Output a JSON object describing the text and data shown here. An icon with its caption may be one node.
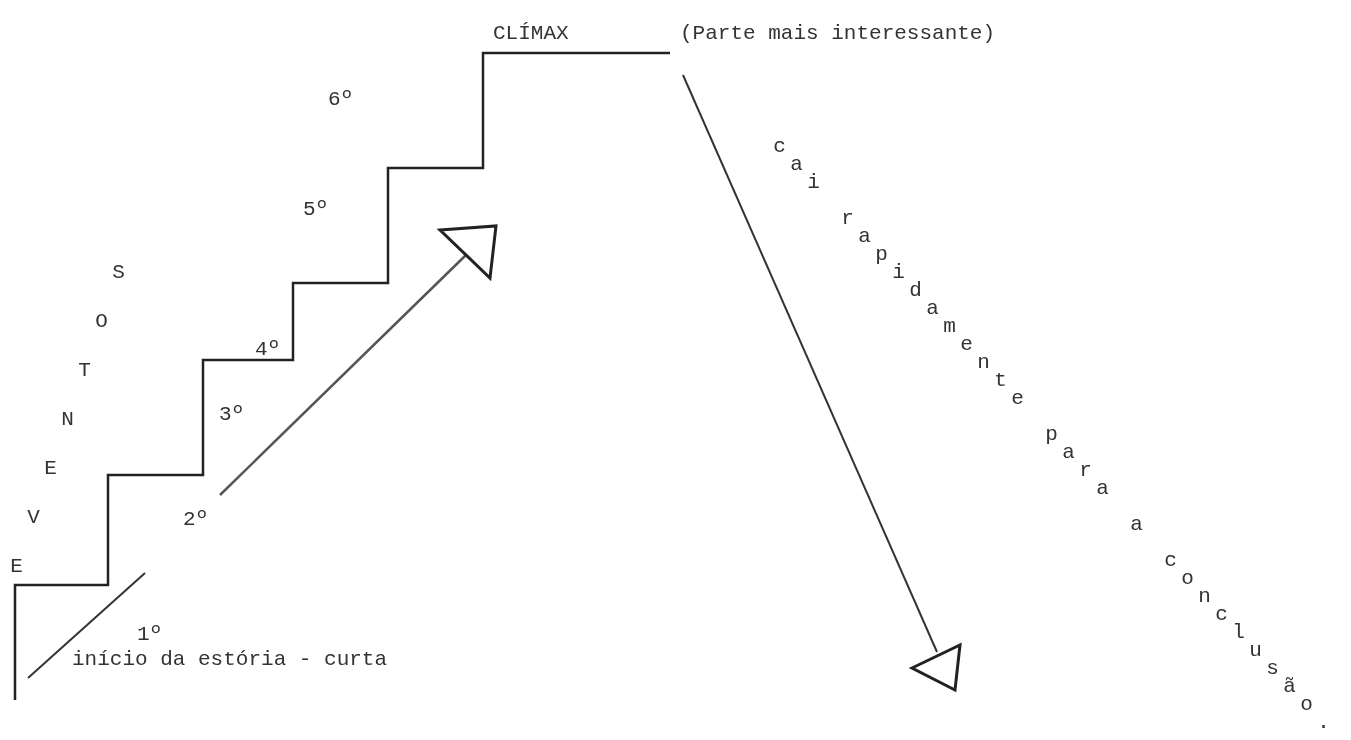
{
  "diagram": {
    "labels": [
      "CLÍMAX",
      "(Parte mais interessante)",
      "6º",
      "5º",
      "4º",
      "3º",
      "2º",
      "1º",
      "EVENTOS",
      "início da estória - curta",
      "cai rapidamente para a conclusão."
    ]
  }
}
